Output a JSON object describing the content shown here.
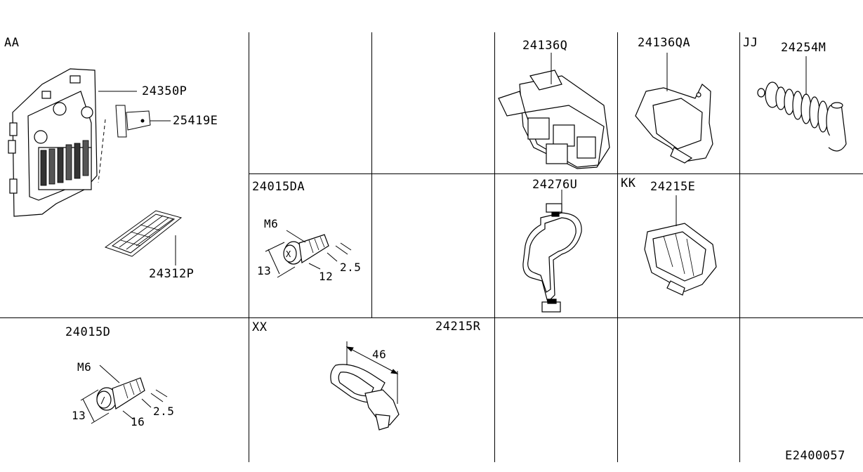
{
  "diagram_id": "E2400057",
  "sections": {
    "aa": "AA",
    "jj": "JJ",
    "kk": "KK",
    "xx": "XX"
  },
  "parts": {
    "p24350P": "24350P",
    "p25419E": "25419E",
    "p24312P": "24312P",
    "p24136Q": "24136Q",
    "p24136QA": "24136QA",
    "p24254M": "24254M",
    "p24015DA": "24015DA",
    "p24276U": "24276U",
    "p24215E": "24215E",
    "p24015D": "24015D",
    "p24215R": "24215R"
  },
  "dimensions": {
    "da_thread": "M6",
    "da_head": "13",
    "da_length": "12",
    "da_pitch": "2.5",
    "d_thread": "M6",
    "d_head": "13",
    "d_length": "16",
    "d_pitch": "2.5",
    "r_width": "46"
  }
}
